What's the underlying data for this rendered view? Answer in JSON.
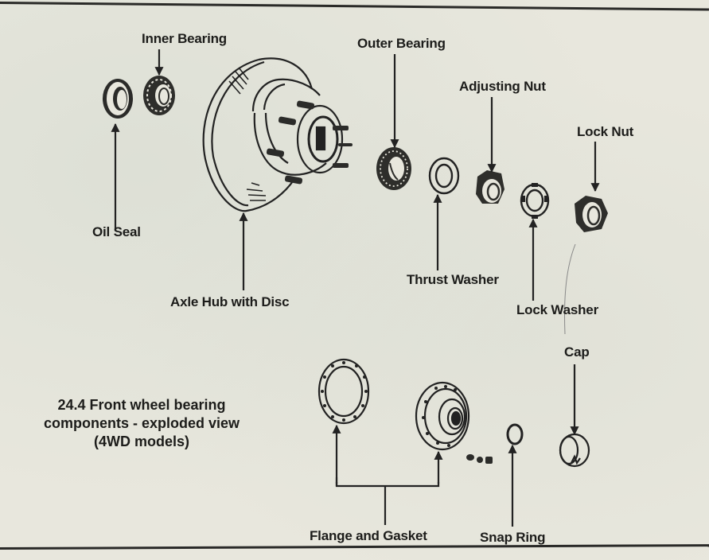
{
  "figure": {
    "number": "24.4",
    "caption_lines": [
      "24.4  Front wheel bearing",
      "components - exploded view",
      "(4WD models)"
    ]
  },
  "labels": {
    "inner_bearing": "Inner Bearing",
    "oil_seal": "Oil Seal",
    "axle_hub": "Axle Hub with Disc",
    "outer_bearing": "Outer Bearing",
    "adjusting_nut": "Adjusting Nut",
    "lock_nut": "Lock Nut",
    "thrust_washer": "Thrust Washer",
    "lock_washer": "Lock Washer",
    "cap": "Cap",
    "flange_gasket": "Flange and Gasket",
    "snap_ring": "Snap Ring"
  },
  "colors": {
    "ink": "#1c1c1a",
    "paper": "#e8e7dd"
  }
}
